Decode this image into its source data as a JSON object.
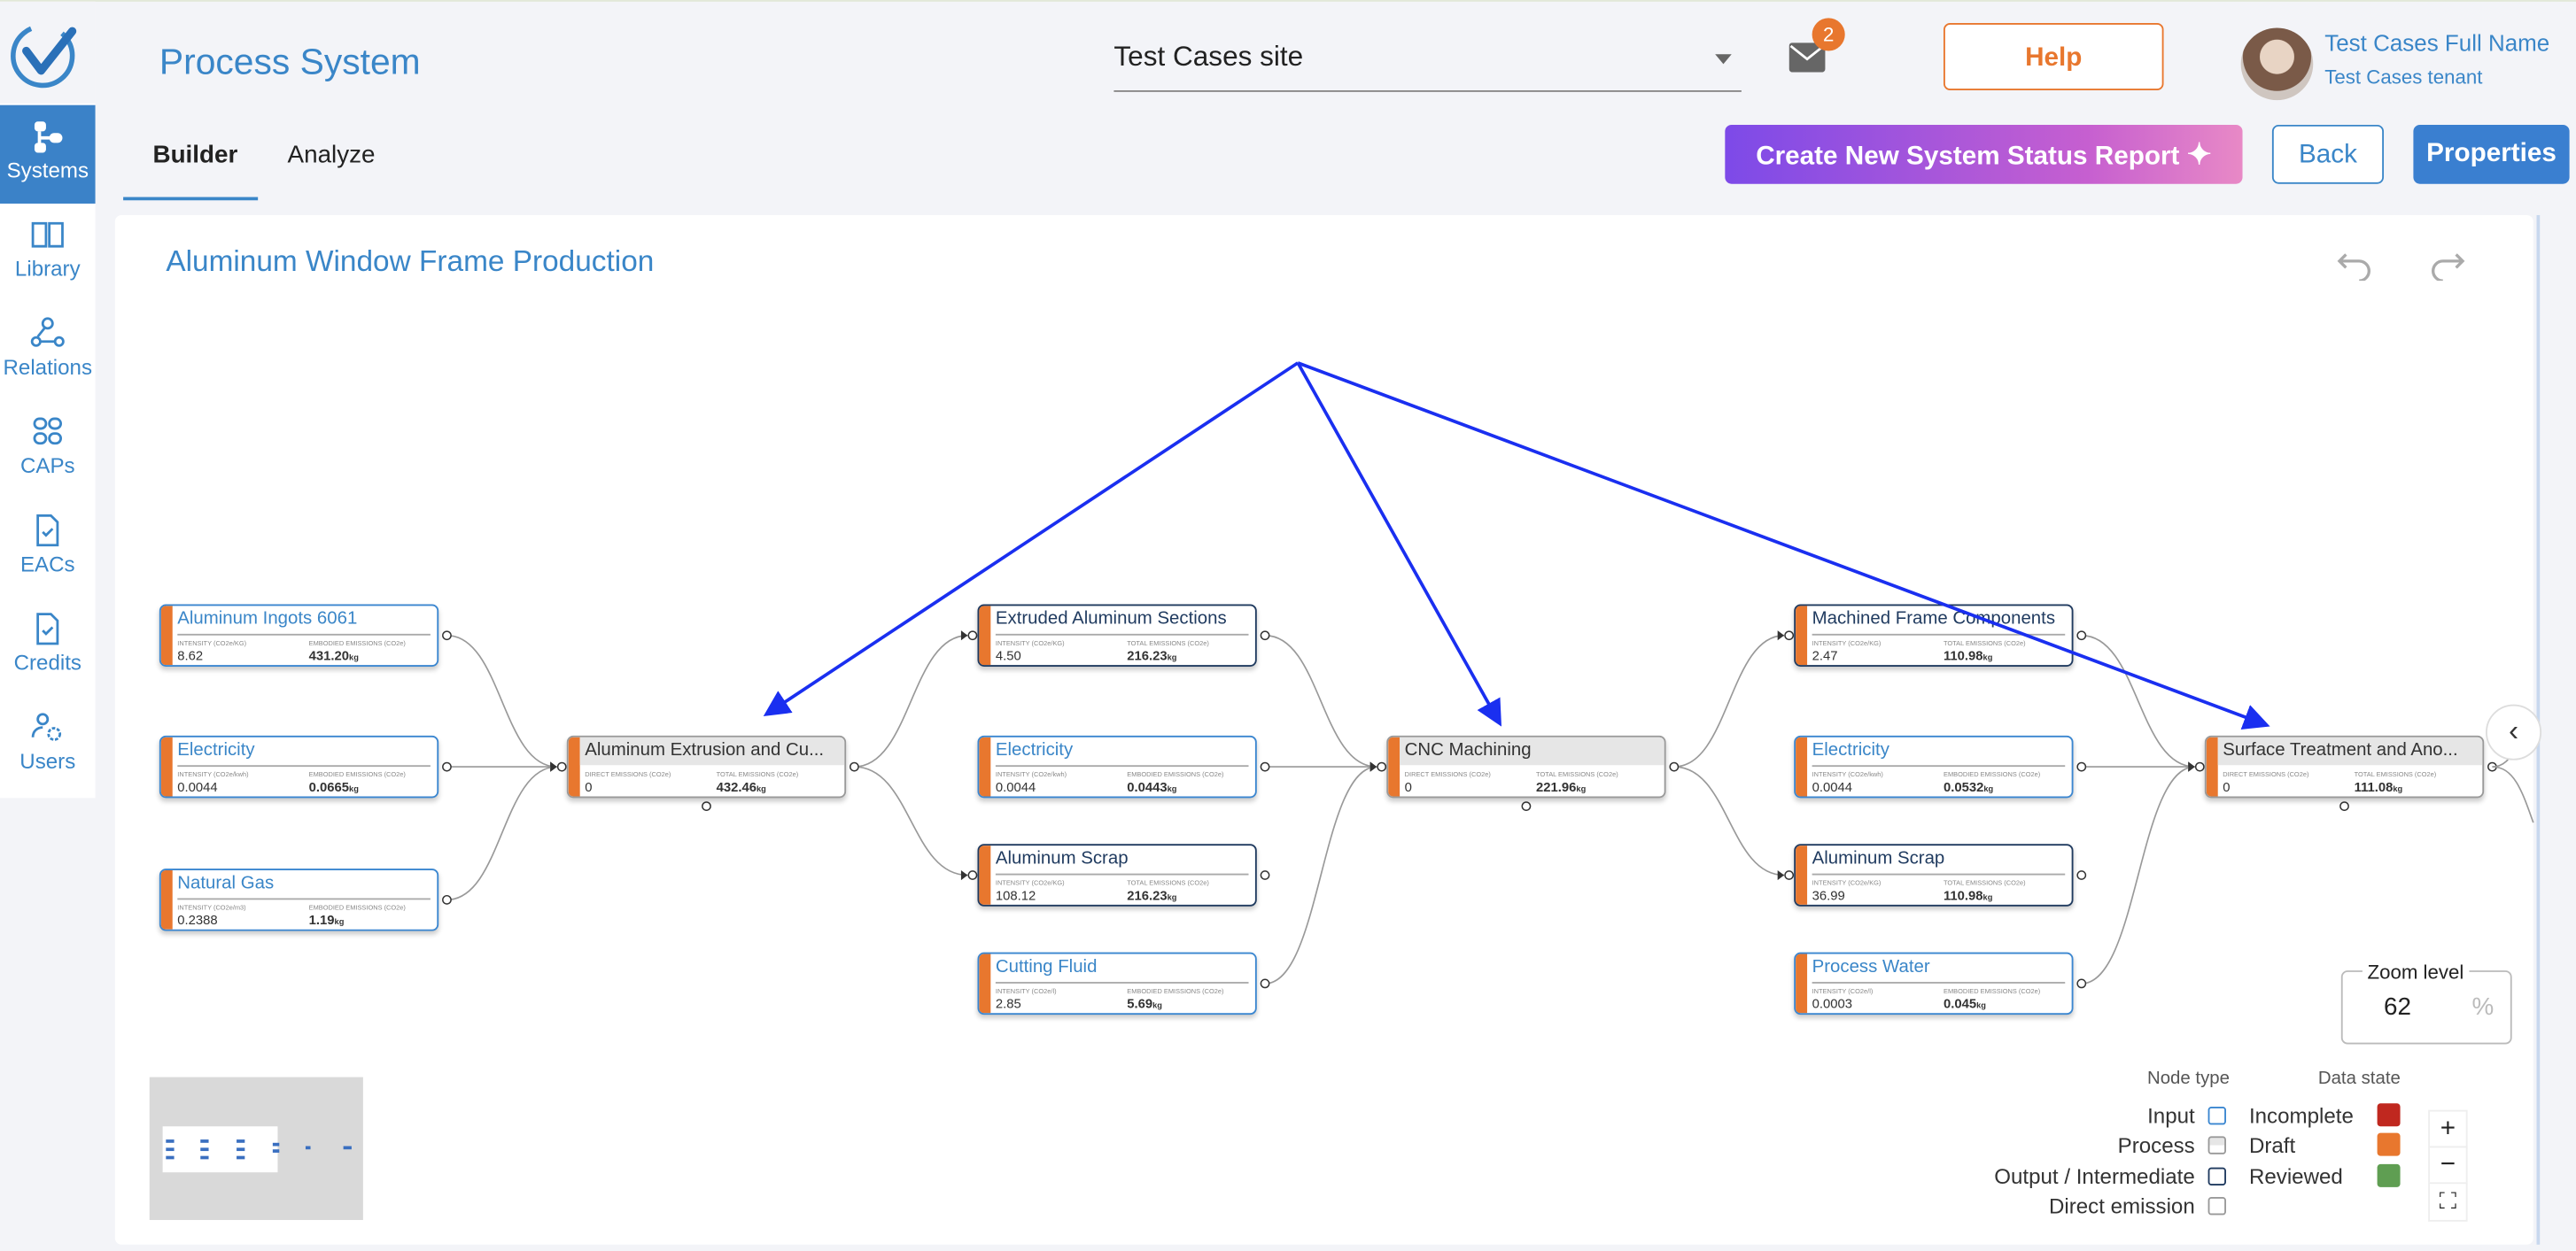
{
  "app": {
    "title": "Process System"
  },
  "sidebar": {
    "items": [
      {
        "label": "Systems",
        "icon": "systems-icon",
        "active": true
      },
      {
        "label": "Library",
        "icon": "book-icon"
      },
      {
        "label": "Relations",
        "icon": "relations-icon"
      },
      {
        "label": "CAPs",
        "icon": "grid-icon"
      },
      {
        "label": "EACs",
        "icon": "document-check-icon"
      },
      {
        "label": "Credits",
        "icon": "document-check-icon"
      },
      {
        "label": "Users",
        "icon": "users-gear-icon"
      }
    ]
  },
  "header": {
    "site": "Test Cases site",
    "mail_count": "2",
    "help": "Help",
    "user_name": "Test Cases Full Name",
    "tenant": "Test Cases tenant"
  },
  "tabs": [
    {
      "label": "Builder",
      "active": true
    },
    {
      "label": "Analyze"
    }
  ],
  "actions": {
    "create": "Create New System Status Report",
    "back": "Back",
    "properties": "Properties"
  },
  "canvas": {
    "title": "Aluminum Window Frame Production",
    "zoom_label": "Zoom level",
    "zoom_value": "62",
    "zoom_unit": "%"
  },
  "nodes": [
    {
      "id": "n1",
      "type": "input",
      "title": "Aluminum Ingots 6061",
      "label1": "INTENSITY (CO2e/KG)",
      "value1": "8.62",
      "label2": "EMBODIED EMISSIONS (CO2e)",
      "value2": "431.20",
      "unit": "kg"
    },
    {
      "id": "n2",
      "type": "input",
      "title": "Electricity",
      "label1": "INTENSITY (CO2e/kwh)",
      "value1": "0.0044",
      "label2": "EMBODIED EMISSIONS (CO2e)",
      "value2": "0.0665",
      "unit": "kg"
    },
    {
      "id": "n3",
      "type": "input",
      "title": "Natural Gas",
      "label1": "INTENSITY (CO2e/m3)",
      "value1": "0.2388",
      "label2": "EMBODIED EMISSIONS (CO2e)",
      "value2": "1.19",
      "unit": "kg"
    },
    {
      "id": "p1",
      "type": "process",
      "title": "Aluminum Extrusion and Cu...",
      "label1": "DIRECT EMISSIONS (CO2e)",
      "value1": "0",
      "label2": "TOTAL EMISSIONS (CO2e)",
      "value2": "432.46",
      "unit": "kg"
    },
    {
      "id": "n4",
      "type": "output",
      "title": "Extruded Aluminum Sections",
      "label1": "INTENSITY (CO2e/KG)",
      "value1": "4.50",
      "label2": "TOTAL EMISSIONS (CO2e)",
      "value2": "216.23",
      "unit": "kg"
    },
    {
      "id": "n5",
      "type": "input",
      "title": "Electricity",
      "label1": "INTENSITY (CO2e/kwh)",
      "value1": "0.0044",
      "label2": "EMBODIED EMISSIONS (CO2e)",
      "value2": "0.0443",
      "unit": "kg"
    },
    {
      "id": "n6",
      "type": "output",
      "title": "Aluminum Scrap",
      "label1": "INTENSITY (CO2e/KG)",
      "value1": "108.12",
      "label2": "TOTAL EMISSIONS (CO2e)",
      "value2": "216.23",
      "unit": "kg"
    },
    {
      "id": "n7",
      "type": "input",
      "title": "Cutting Fluid",
      "label1": "INTENSITY (CO2e/l)",
      "value1": "2.85",
      "label2": "EMBODIED EMISSIONS (CO2e)",
      "value2": "5.69",
      "unit": "kg"
    },
    {
      "id": "p2",
      "type": "process",
      "title": "CNC Machining",
      "label1": "DIRECT EMISSIONS (CO2e)",
      "value1": "0",
      "label2": "TOTAL EMISSIONS (CO2e)",
      "value2": "221.96",
      "unit": "kg"
    },
    {
      "id": "n8",
      "type": "output",
      "title": "Machined Frame Components",
      "label1": "INTENSITY (CO2e/KG)",
      "value1": "2.47",
      "label2": "TOTAL EMISSIONS (CO2e)",
      "value2": "110.98",
      "unit": "kg"
    },
    {
      "id": "n9",
      "type": "input",
      "title": "Electricity",
      "label1": "INTENSITY (CO2e/kwh)",
      "value1": "0.0044",
      "label2": "EMBODIED EMISSIONS (CO2e)",
      "value2": "0.0532",
      "unit": "kg"
    },
    {
      "id": "n10",
      "type": "output",
      "title": "Aluminum Scrap",
      "label1": "INTENSITY (CO2e/KG)",
      "value1": "36.99",
      "label2": "TOTAL EMISSIONS (CO2e)",
      "value2": "110.98",
      "unit": "kg"
    },
    {
      "id": "n11",
      "type": "input",
      "title": "Process Water",
      "label1": "INTENSITY (CO2e/l)",
      "value1": "0.0003",
      "label2": "EMBODIED EMISSIONS (CO2e)",
      "value2": "0.045",
      "unit": "kg"
    },
    {
      "id": "p3",
      "type": "process",
      "title": "Surface Treatment and Ano...",
      "label1": "DIRECT EMISSIONS (CO2e)",
      "value1": "0",
      "label2": "TOTAL EMISSIONS (CO2e)",
      "value2": "111.08",
      "unit": "kg"
    }
  ],
  "edges": [
    [
      "n1",
      "p1"
    ],
    [
      "n2",
      "p1"
    ],
    [
      "n3",
      "p1"
    ],
    [
      "p1",
      "n4"
    ],
    [
      "p1",
      "n6"
    ],
    [
      "n4",
      "p2"
    ],
    [
      "n5",
      "p2"
    ],
    [
      "n7",
      "p2"
    ],
    [
      "p2",
      "n8"
    ],
    [
      "p2",
      "n10"
    ],
    [
      "n8",
      "p3"
    ],
    [
      "n9",
      "p3"
    ],
    [
      "n11",
      "p3"
    ]
  ],
  "legend": {
    "node_type_title": "Node type",
    "node_types": [
      "Input",
      "Process",
      "Output / Intermediate",
      "Direct emission"
    ],
    "data_state_title": "Data state",
    "data_states": [
      {
        "label": "Incomplete",
        "color": "#c0281f"
      },
      {
        "label": "Draft",
        "color": "#e8772e"
      },
      {
        "label": "Reviewed",
        "color": "#5f9e52"
      }
    ]
  },
  "zoom_controls": {
    "zoom_in": "+",
    "zoom_out": "−"
  },
  "colors": {
    "accent": "#3a86c8",
    "draft": "#e8772e",
    "annotation_arrow": "#1a2ff0"
  }
}
